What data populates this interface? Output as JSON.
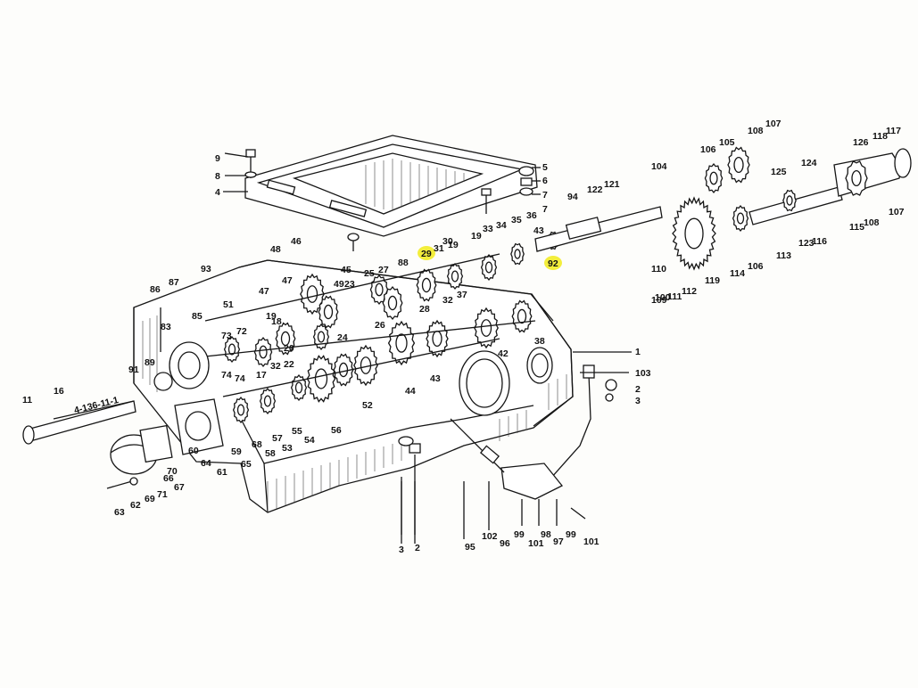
{
  "diagram": {
    "highlight_color": "#f3ee3c",
    "labels": [
      {
        "id": "l11",
        "text": "11"
      },
      {
        "id": "l16",
        "text": "16"
      },
      {
        "id": "l86",
        "text": "86"
      },
      {
        "id": "l87",
        "text": "87"
      },
      {
        "id": "l83",
        "text": "83"
      },
      {
        "id": "l89",
        "text": "89"
      },
      {
        "id": "l85",
        "text": "85"
      },
      {
        "id": "l93",
        "text": "93"
      },
      {
        "id": "l51",
        "text": "51"
      },
      {
        "id": "l73",
        "text": "73"
      },
      {
        "id": "l72",
        "text": "72"
      },
      {
        "id": "l74a",
        "text": "74"
      },
      {
        "id": "l74b",
        "text": "74"
      },
      {
        "id": "l17",
        "text": "17"
      },
      {
        "id": "l32a",
        "text": "32"
      },
      {
        "id": "l22",
        "text": "22"
      },
      {
        "id": "l20",
        "text": "20"
      },
      {
        "id": "l18",
        "text": "18"
      },
      {
        "id": "l19a",
        "text": "19"
      },
      {
        "id": "l91",
        "text": "91"
      },
      {
        "id": "l48",
        "text": "48"
      },
      {
        "id": "l47a",
        "text": "47"
      },
      {
        "id": "l47b",
        "text": "47"
      },
      {
        "id": "l46",
        "text": "46"
      },
      {
        "id": "l49",
        "text": "49"
      },
      {
        "id": "l23",
        "text": "23"
      },
      {
        "id": "l45",
        "text": "45"
      },
      {
        "id": "l24",
        "text": "24"
      },
      {
        "id": "l25",
        "text": "25"
      },
      {
        "id": "l27",
        "text": "27"
      },
      {
        "id": "l88",
        "text": "88"
      },
      {
        "id": "l26",
        "text": "26"
      },
      {
        "id": "l29",
        "text": "29",
        "highlight": true
      },
      {
        "id": "l31",
        "text": "31"
      },
      {
        "id": "l30",
        "text": "30"
      },
      {
        "id": "l19b",
        "text": "19"
      },
      {
        "id": "l28",
        "text": "28"
      },
      {
        "id": "l32b",
        "text": "32"
      },
      {
        "id": "l37",
        "text": "37"
      },
      {
        "id": "l19c",
        "text": "19"
      },
      {
        "id": "l33",
        "text": "33"
      },
      {
        "id": "l34",
        "text": "34"
      },
      {
        "id": "l35",
        "text": "35"
      },
      {
        "id": "l36",
        "text": "36"
      },
      {
        "id": "l43a",
        "text": "43"
      },
      {
        "id": "l92",
        "text": "92",
        "highlight": true
      },
      {
        "id": "l9",
        "text": "9"
      },
      {
        "id": "l8",
        "text": "8"
      },
      {
        "id": "l4",
        "text": "4"
      },
      {
        "id": "l5",
        "text": "5"
      },
      {
        "id": "l6",
        "text": "6"
      },
      {
        "id": "l7a",
        "text": "7"
      },
      {
        "id": "l7b",
        "text": "7"
      },
      {
        "id": "l94",
        "text": "94"
      },
      {
        "id": "l122",
        "text": "122"
      },
      {
        "id": "l121",
        "text": "121"
      },
      {
        "id": "l104",
        "text": "104"
      },
      {
        "id": "l106a",
        "text": "106"
      },
      {
        "id": "l105",
        "text": "105"
      },
      {
        "id": "l108a",
        "text": "108"
      },
      {
        "id": "l107a",
        "text": "107"
      },
      {
        "id": "l125",
        "text": "125"
      },
      {
        "id": "l124",
        "text": "124"
      },
      {
        "id": "l126",
        "text": "126"
      },
      {
        "id": "l118",
        "text": "118"
      },
      {
        "id": "l117",
        "text": "117"
      },
      {
        "id": "l107b",
        "text": "107"
      },
      {
        "id": "l108b",
        "text": "108"
      },
      {
        "id": "l115",
        "text": "115"
      },
      {
        "id": "l116",
        "text": "116"
      },
      {
        "id": "l123",
        "text": "123"
      },
      {
        "id": "l113",
        "text": "113"
      },
      {
        "id": "l106b",
        "text": "106"
      },
      {
        "id": "l114",
        "text": "114"
      },
      {
        "id": "l119",
        "text": "119"
      },
      {
        "id": "l112",
        "text": "112"
      },
      {
        "id": "l111",
        "text": "111"
      },
      {
        "id": "l109",
        "text": "109"
      },
      {
        "id": "l110",
        "text": "110"
      },
      {
        "id": "l42",
        "text": "42"
      },
      {
        "id": "l38",
        "text": "38"
      },
      {
        "id": "l1",
        "text": "1"
      },
      {
        "id": "l43b",
        "text": "43",
        "highlight": true
      },
      {
        "id": "l44",
        "text": "44"
      },
      {
        "id": "l52",
        "text": "52"
      },
      {
        "id": "l103",
        "text": "103"
      },
      {
        "id": "l2a",
        "text": "2"
      },
      {
        "id": "l3a",
        "text": "3"
      },
      {
        "id": "l56",
        "text": "56",
        "highlight": true
      },
      {
        "id": "l54",
        "text": "54",
        "highlight": true
      },
      {
        "id": "l55",
        "text": "55"
      },
      {
        "id": "l53",
        "text": "53"
      },
      {
        "id": "l57",
        "text": "57"
      },
      {
        "id": "l58",
        "text": "58"
      },
      {
        "id": "l68",
        "text": "68"
      },
      {
        "id": "l65",
        "text": "65"
      },
      {
        "id": "l59",
        "text": "59"
      },
      {
        "id": "l61",
        "text": "61"
      },
      {
        "id": "l64",
        "text": "64"
      },
      {
        "id": "l60",
        "text": "60"
      },
      {
        "id": "l70",
        "text": "70"
      },
      {
        "id": "l66",
        "text": "66"
      },
      {
        "id": "l71",
        "text": "71"
      },
      {
        "id": "l67",
        "text": "67"
      },
      {
        "id": "l69",
        "text": "69"
      },
      {
        "id": "l62",
        "text": "62"
      },
      {
        "id": "l63",
        "text": "63"
      },
      {
        "id": "l3b",
        "text": "3"
      },
      {
        "id": "l2b",
        "text": "2"
      },
      {
        "id": "l95",
        "text": "95"
      },
      {
        "id": "l102",
        "text": "102"
      },
      {
        "id": "l96",
        "text": "96"
      },
      {
        "id": "l99a",
        "text": "99"
      },
      {
        "id": "l101a",
        "text": "101"
      },
      {
        "id": "l98",
        "text": "98"
      },
      {
        "id": "l97",
        "text": "97"
      },
      {
        "id": "l99b",
        "text": "99"
      },
      {
        "id": "l101b",
        "text": "101"
      },
      {
        "id": "l100",
        "text": "100"
      },
      {
        "id": "l_code",
        "text": "4-136-11-1"
      }
    ]
  }
}
